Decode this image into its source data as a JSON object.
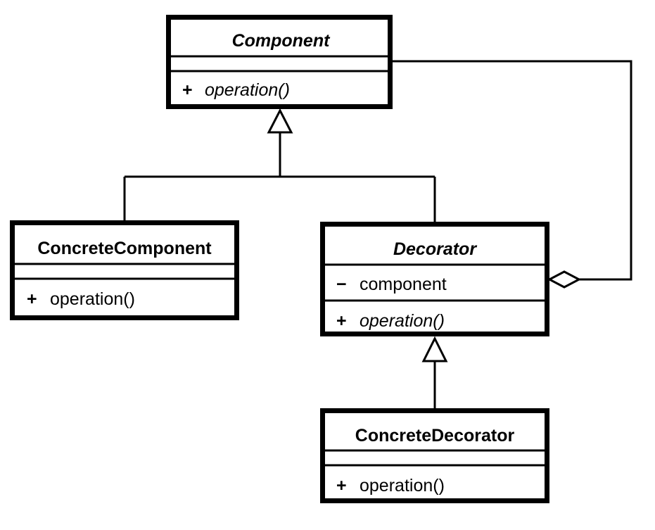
{
  "diagram": {
    "kind": "uml-class-diagram",
    "pattern_name": "Decorator",
    "background_color": "#ffffff",
    "line_color": "#000000",
    "classes": [
      {
        "id": "component",
        "name": "Component",
        "abstract": true,
        "attributes": [],
        "operations": [
          {
            "visibility": "+",
            "name": "operation()",
            "abstract": true
          }
        ]
      },
      {
        "id": "concrete-component",
        "name": "ConcreteComponent",
        "abstract": false,
        "attributes": [],
        "operations": [
          {
            "visibility": "+",
            "name": "operation()",
            "abstract": false
          }
        ]
      },
      {
        "id": "decorator",
        "name": "Decorator",
        "abstract": true,
        "attributes": [
          {
            "visibility": "−",
            "name": "component",
            "abstract": false
          }
        ],
        "operations": [
          {
            "visibility": "+",
            "name": "operation()",
            "abstract": true
          }
        ]
      },
      {
        "id": "concrete-decorator",
        "name": "ConcreteDecorator",
        "abstract": false,
        "attributes": [],
        "operations": [
          {
            "visibility": "+",
            "name": "operation()",
            "abstract": false
          }
        ]
      }
    ],
    "relationships": [
      {
        "id": "gen-concrete-component",
        "type": "generalization",
        "from": "ConcreteComponent",
        "to": "Component"
      },
      {
        "id": "gen-decorator",
        "type": "generalization",
        "from": "Decorator",
        "to": "Component"
      },
      {
        "id": "gen-concrete-decorator",
        "type": "generalization",
        "from": "ConcreteDecorator",
        "to": "Decorator"
      },
      {
        "id": "agg-decorator-component",
        "type": "aggregation",
        "from": "Decorator",
        "to": "Component"
      }
    ]
  }
}
